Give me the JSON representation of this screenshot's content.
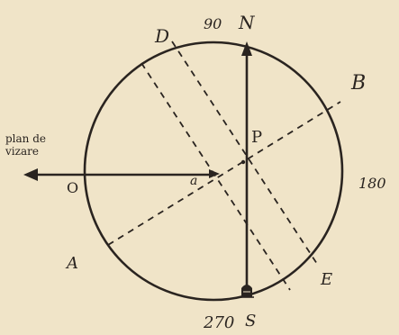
{
  "colors": {
    "paper": "#f0e4c8",
    "ink": "#2a2420"
  },
  "labels": {
    "north_degree": "90",
    "north_letter": "N",
    "south_degree": "270",
    "south_letter": "S",
    "east_degree": "180",
    "point_d": "D",
    "point_b": "B",
    "point_a": "A",
    "point_e": "E",
    "point_p": "P",
    "point_o": "O",
    "angle_mark": "a",
    "plan_line1": "plan de",
    "plan_line2": "vizare"
  },
  "icons": {
    "south_marker": "stone-marker-icon"
  }
}
